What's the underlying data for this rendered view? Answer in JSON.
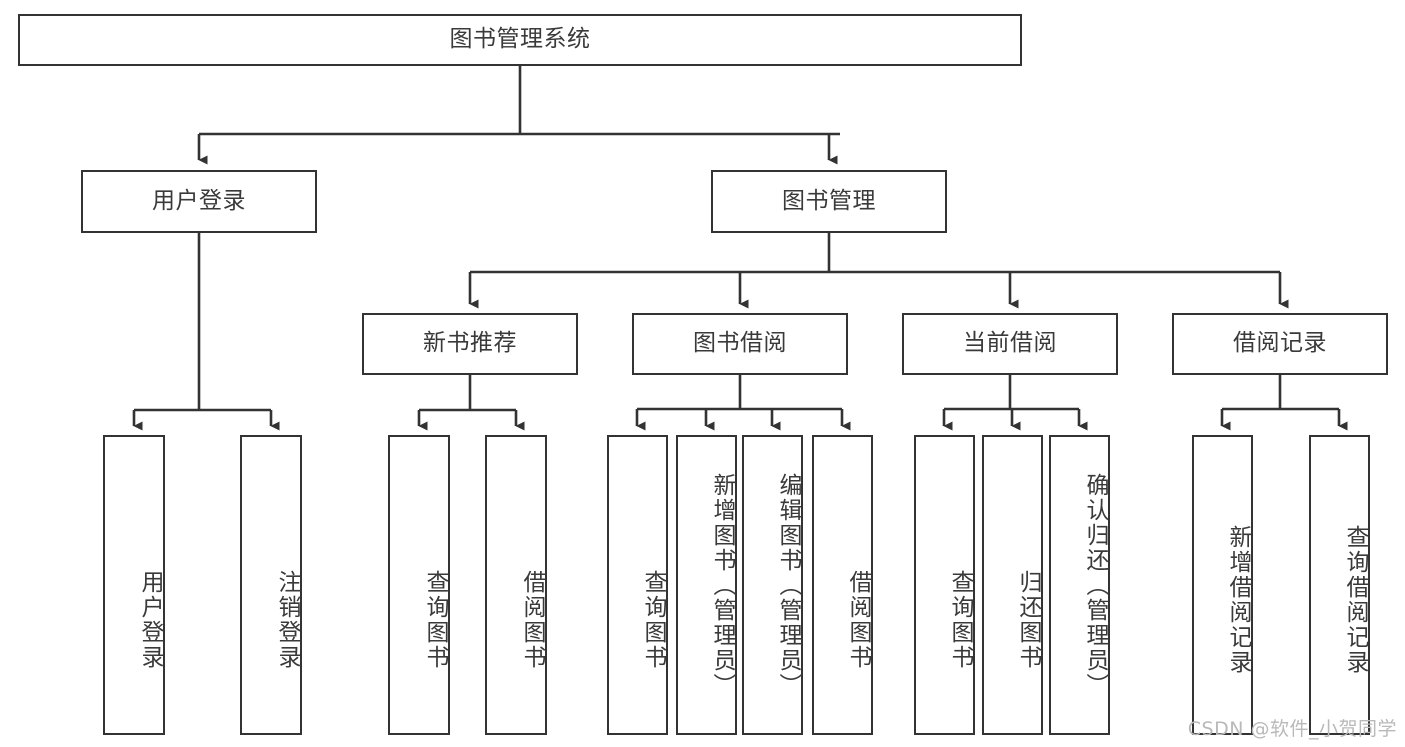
{
  "diagram": {
    "type": "tree",
    "title": "图书管理系统",
    "watermark": "CSDN @软件_小贺同学",
    "colors": {
      "border": "#333333",
      "text": "#3a3a3a",
      "background": "#ffffff",
      "connector": "#333333",
      "watermark": "#b9b9b9"
    },
    "root": {
      "id": "root",
      "label": "图书管理系统",
      "orientation": "horizontal"
    },
    "level2": [
      {
        "id": "user-login",
        "label": "用户登录",
        "orientation": "horizontal"
      },
      {
        "id": "book-management",
        "label": "图书管理",
        "orientation": "horizontal"
      }
    ],
    "level3": [
      {
        "id": "new-book-recommend",
        "label": "新书推荐",
        "orientation": "horizontal",
        "parent": "book-management"
      },
      {
        "id": "book-borrow",
        "label": "图书借阅",
        "orientation": "horizontal",
        "parent": "book-management"
      },
      {
        "id": "current-borrow",
        "label": "当前借阅",
        "orientation": "horizontal",
        "parent": "book-management"
      },
      {
        "id": "borrow-record",
        "label": "借阅记录",
        "orientation": "horizontal",
        "parent": "book-management"
      }
    ],
    "leaves": [
      {
        "id": "leaf-user-login",
        "label": "用户登录",
        "orientation": "vertical",
        "parent": "user-login"
      },
      {
        "id": "leaf-user-logout",
        "label": "注销登录",
        "orientation": "vertical",
        "parent": "user-login"
      },
      {
        "id": "leaf-query-book-1",
        "label": "查询图书",
        "orientation": "vertical",
        "parent": "new-book-recommend"
      },
      {
        "id": "leaf-borrow-book-1",
        "label": "借阅图书",
        "orientation": "vertical",
        "parent": "new-book-recommend"
      },
      {
        "id": "leaf-query-book-2",
        "label": "查询图书",
        "orientation": "vertical",
        "parent": "book-borrow"
      },
      {
        "id": "leaf-add-book",
        "label": "新增图书（管理员）",
        "orientation": "vertical",
        "parent": "book-borrow"
      },
      {
        "id": "leaf-edit-book",
        "label": "编辑图书（管理员）",
        "orientation": "vertical",
        "parent": "book-borrow"
      },
      {
        "id": "leaf-borrow-book-2",
        "label": "借阅图书",
        "orientation": "vertical",
        "parent": "book-borrow"
      },
      {
        "id": "leaf-query-book-3",
        "label": "查询图书",
        "orientation": "vertical",
        "parent": "current-borrow"
      },
      {
        "id": "leaf-return-book",
        "label": "归还图书",
        "orientation": "vertical",
        "parent": "current-borrow"
      },
      {
        "id": "leaf-confirm-return",
        "label": "确认归还（管理员）",
        "orientation": "vertical",
        "parent": "current-borrow"
      },
      {
        "id": "leaf-add-record",
        "label": "新增借阅记录",
        "orientation": "vertical",
        "parent": "borrow-record"
      },
      {
        "id": "leaf-query-record",
        "label": "查询借阅记录",
        "orientation": "vertical",
        "parent": "borrow-record"
      }
    ]
  }
}
